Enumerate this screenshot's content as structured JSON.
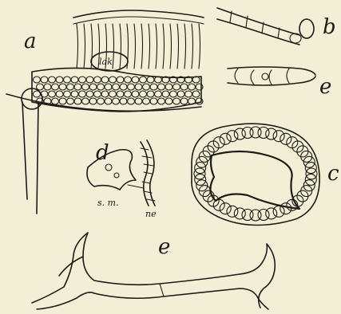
{
  "figure": {
    "panels": [
      {
        "id": "a",
        "letter": "a",
        "labels": [
          "lak"
        ]
      },
      {
        "id": "b",
        "letter": "b",
        "labels": []
      },
      {
        "id": "c",
        "letter": "c",
        "labels": []
      },
      {
        "id": "d",
        "letter": "d",
        "labels": [
          "s. m.",
          "ne"
        ]
      },
      {
        "id": "e-top",
        "letter": "e",
        "labels": []
      },
      {
        "id": "e-bottom",
        "letter": "e",
        "labels": []
      }
    ]
  },
  "colors": {
    "paper": "#f3eed6",
    "ink": "#1e1b16"
  }
}
